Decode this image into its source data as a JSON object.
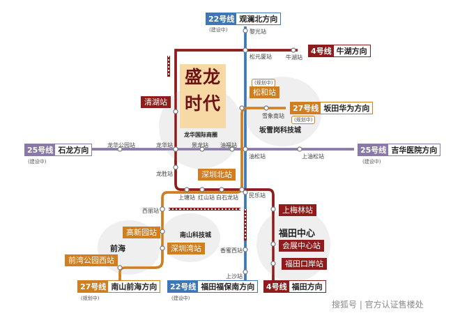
{
  "colors": {
    "line4": "#8f1c1c",
    "line22": "#3d77b8",
    "line25": "#8a78a8",
    "line27": "#d07e1f",
    "blob": "#efefef",
    "title_bg": "#f7d9a6",
    "title_text": "#6b1313"
  },
  "project": {
    "name_line1": "盛龙",
    "name_line2": "时代",
    "district": "龙华国际商圈"
  },
  "line_tags": {
    "line22_north": {
      "line": "22号线",
      "direction": "观澜北方向",
      "note": "(建设中)"
    },
    "line4_north": {
      "line": "4号线",
      "direction": "牛湖方向"
    },
    "line27_north": {
      "line": "27号线",
      "direction": "坂田华为方向",
      "note": "(规划中)"
    },
    "line25_west": {
      "line": "25号线",
      "direction": "石龙方向",
      "note": "(建设中)"
    },
    "line25_east": {
      "line": "25号线",
      "direction": "吉华医院方向",
      "note": "(建设中)"
    },
    "line27_south": {
      "line": "27号线",
      "direction": "南山前海方向",
      "note": "(规划中)"
    },
    "line22_south": {
      "line": "22号线",
      "direction": "福田福保南方向",
      "note": "(建设中)"
    },
    "line4_south": {
      "line": "4号线",
      "direction": "福田方向"
    }
  },
  "station_tags": {
    "qinghu": "清湖站",
    "songhe": "松和站",
    "songhe_note": "(规划中)",
    "shenzhen_north": "深圳北站",
    "gaoxinyuan": "高新园站",
    "shenzhenwan": "深圳湾站",
    "qianwan": "前湾公园西站",
    "shangmeilin": "上梅林站",
    "huizhan": "会展中心站",
    "futian_kouan": "福田口岸站"
  },
  "small_stations": {
    "liguang": "黎光站",
    "songyuanxia": "松元厦站",
    "niuhu": "牛湖站",
    "xuexiangnan": "雪象南站",
    "longhua_park": "龙华公园站",
    "longhua": "龙华站",
    "jinglong": "景龙站",
    "youfu": "油福站",
    "yousong": "油松站",
    "shangyousong": "上油松站",
    "longsheng": "龙胜站",
    "shangtang": "上塘站",
    "hongshan": "红山站",
    "baishilong": "白石龙站",
    "minle": "民乐站",
    "xili": "西丽站",
    "xiangmi_west": "香蜜西站",
    "shangsha": "上沙站"
  },
  "areas": {
    "bantian": "坂雪岗科技城",
    "nanshan": "南山科技城",
    "qianhai": "前海",
    "futian": "福田中心"
  },
  "watermark": "搜狐号 | 官方认证售楼处"
}
